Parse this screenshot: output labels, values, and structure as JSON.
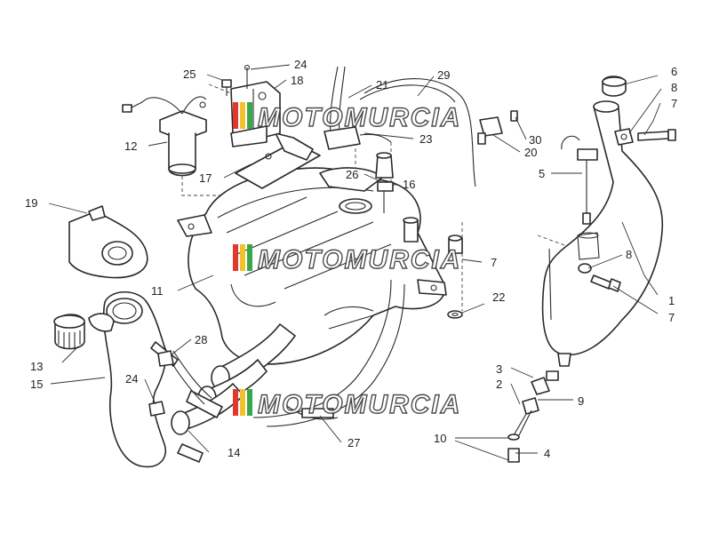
{
  "watermark": {
    "text": "MOTOMURCIA",
    "colors": [
      "#e0392b",
      "#f2c12e",
      "#3aa64a"
    ]
  },
  "callouts": [
    {
      "id": "c1",
      "label": "1"
    },
    {
      "id": "c2",
      "label": "2"
    },
    {
      "id": "c3",
      "label": "3"
    },
    {
      "id": "c4",
      "label": "4"
    },
    {
      "id": "c5",
      "label": "5"
    },
    {
      "id": "c6",
      "label": "6"
    },
    {
      "id": "c7a",
      "label": "7"
    },
    {
      "id": "c7b",
      "label": "7"
    },
    {
      "id": "c7c",
      "label": "7"
    },
    {
      "id": "c8a",
      "label": "8"
    },
    {
      "id": "c8b",
      "label": "8"
    },
    {
      "id": "c9",
      "label": "9"
    },
    {
      "id": "c10",
      "label": "10"
    },
    {
      "id": "c11",
      "label": "11"
    },
    {
      "id": "c12",
      "label": "12"
    },
    {
      "id": "c13",
      "label": "13"
    },
    {
      "id": "c14",
      "label": "14"
    },
    {
      "id": "c15",
      "label": "15"
    },
    {
      "id": "c16",
      "label": "16"
    },
    {
      "id": "c17",
      "label": "17"
    },
    {
      "id": "c18",
      "label": "18"
    },
    {
      "id": "c19",
      "label": "19"
    },
    {
      "id": "c20",
      "label": "20"
    },
    {
      "id": "c21",
      "label": "21"
    },
    {
      "id": "c22",
      "label": "22"
    },
    {
      "id": "c23",
      "label": "23"
    },
    {
      "id": "c24a",
      "label": "24"
    },
    {
      "id": "c24b",
      "label": "24"
    },
    {
      "id": "c25",
      "label": "25"
    },
    {
      "id": "c26",
      "label": "26"
    },
    {
      "id": "c27",
      "label": "27"
    },
    {
      "id": "c28",
      "label": "28"
    },
    {
      "id": "c29",
      "label": "29"
    },
    {
      "id": "c30",
      "label": "30"
    }
  ]
}
